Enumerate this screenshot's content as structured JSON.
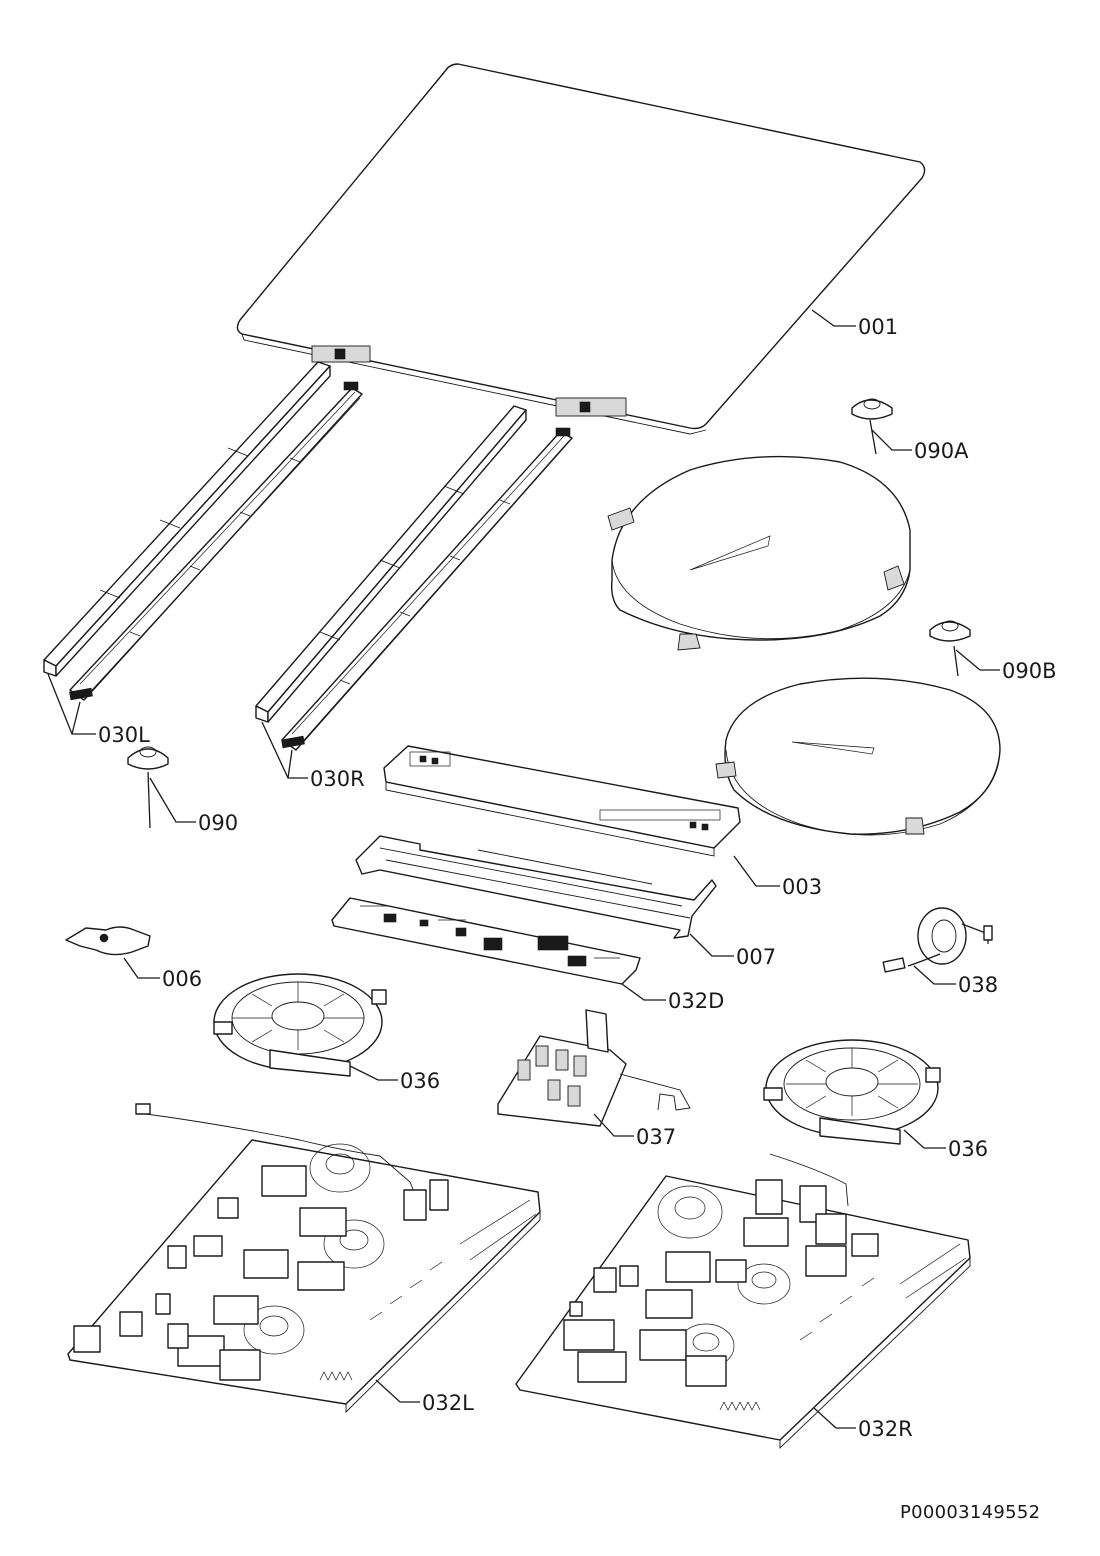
{
  "labels": {
    "p001": "001",
    "p090A": "090A",
    "p090B": "090B",
    "p030L": "030L",
    "p030R": "030R",
    "p090": "090",
    "p003": "003",
    "p007": "007",
    "p006": "006",
    "p032D": "032D",
    "p038": "038",
    "p036a": "036",
    "p036b": "036",
    "p037": "037",
    "p032L": "032L",
    "p032R": "032R"
  },
  "document_id": "P00003149552"
}
